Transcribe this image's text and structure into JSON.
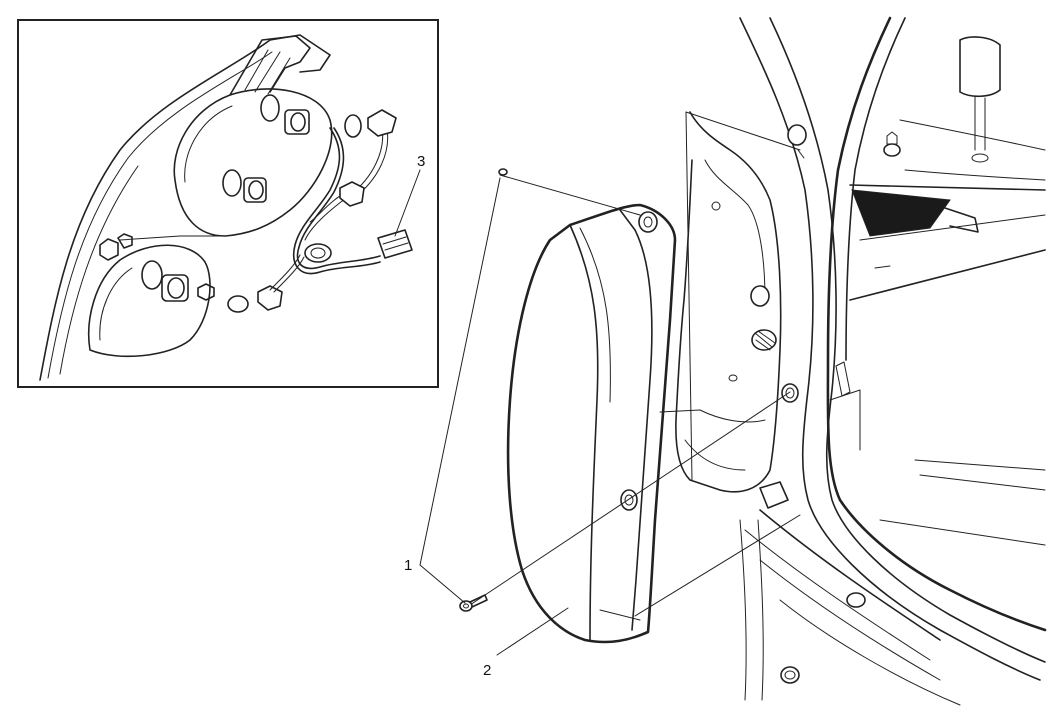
{
  "callouts": {
    "c1": "1",
    "c2": "2",
    "c3": "3"
  },
  "colors": {
    "line": "#222222",
    "background": "#ffffff",
    "dark_fill": "#1a1a1a"
  }
}
